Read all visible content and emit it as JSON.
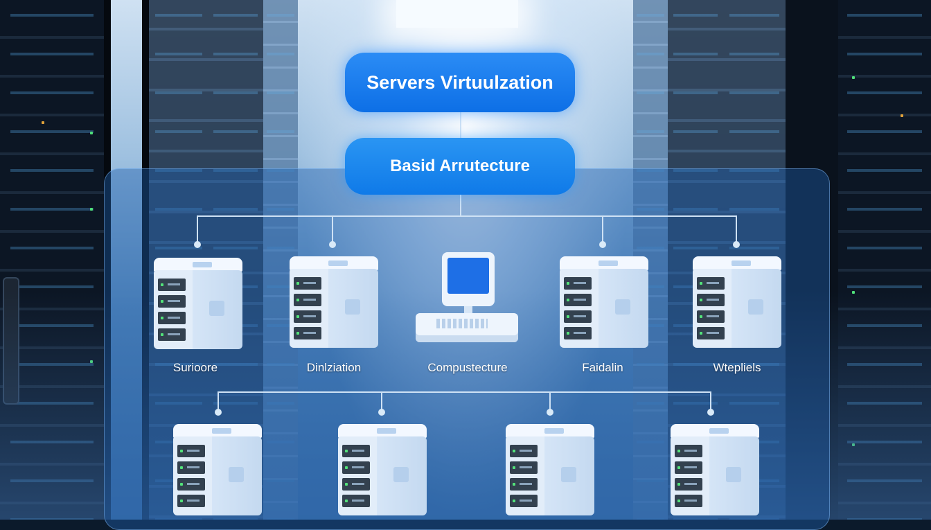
{
  "diagram": {
    "title": "Servers Virtuulzation",
    "subtitle": "Basid Arrutecture",
    "top_row": [
      {
        "label": "Surioore",
        "icon": "server-icon"
      },
      {
        "label": "Dinlziation",
        "icon": "server-icon"
      },
      {
        "label": "Compustecture",
        "icon": "computer-icon"
      },
      {
        "label": "Faidalin",
        "icon": "server-icon"
      },
      {
        "label": "Wtepliels",
        "icon": "server-icon"
      }
    ],
    "bottom_row": [
      {
        "icon": "server-icon"
      },
      {
        "icon": "server-icon"
      },
      {
        "icon": "server-icon"
      },
      {
        "icon": "server-icon"
      }
    ]
  },
  "colors": {
    "pill": "#0d6fe6",
    "panel": "#1e5faf",
    "connector": "#cfe2f5"
  }
}
